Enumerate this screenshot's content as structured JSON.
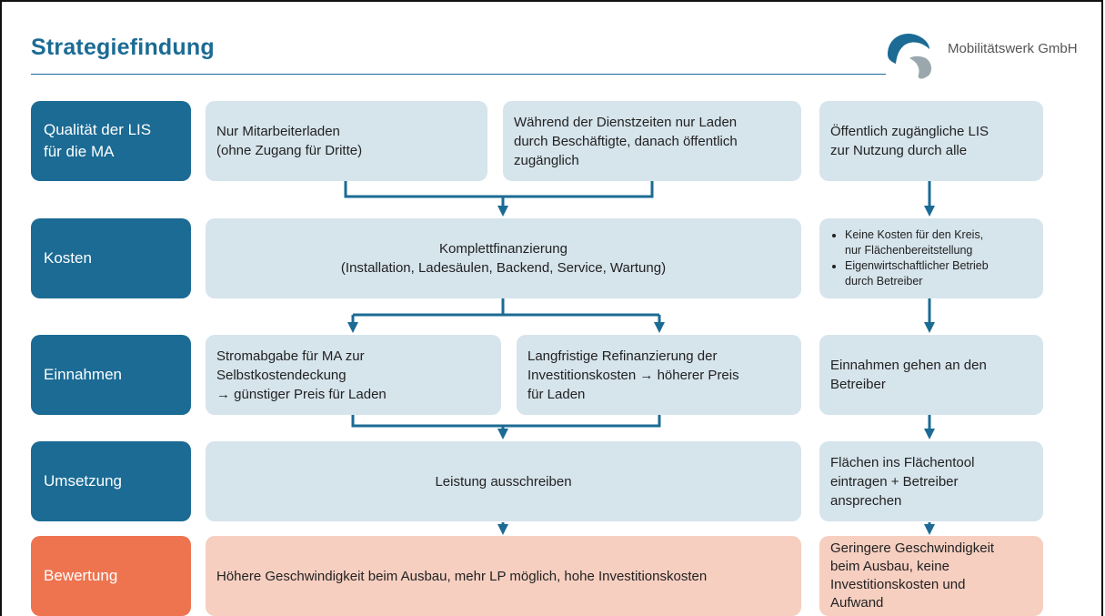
{
  "header": {
    "title": "Strategiefindung",
    "company": "Mobilitätswerk GmbH"
  },
  "colors": {
    "accent_blue": "#1b6b94",
    "light_box": "#d6e4ec",
    "orange": "#ee7450",
    "pink_box": "#f6cfc1"
  },
  "rows": {
    "qualitaet": "Qualität der LIS\nfür die MA",
    "kosten": "Kosten",
    "einnahmen": "Einnahmen",
    "umsetzung": "Umsetzung",
    "bewertung": "Bewertung"
  },
  "qualitaet": {
    "option1": "Nur Mitarbeiterladen\n(ohne Zugang für Dritte)",
    "option2": "Während der Dienstzeiten nur Laden\ndurch Beschäftigte, danach öffentlich\nzugänglich",
    "option3": "Öffentlich zugängliche LIS\nzur Nutzung durch alle"
  },
  "kosten": {
    "main": "Komplettfinanzierung\n(Installation, Ladesäulen, Backend, Service, Wartung)",
    "right_bullets": [
      "Keine Kosten für den Kreis,\nnur Flächenbereitstellung",
      "Eigenwirtschaftlicher Betrieb\ndurch Betreiber"
    ]
  },
  "einnahmen": {
    "option1": "Stromabgabe für MA zur\nSelbstkostendeckung\n→ günstiger Preis für Laden",
    "option2": "Langfristige Refinanzierung der\nInvestitionskosten → höherer Preis\nfür Laden",
    "right": "Einnahmen gehen an den\nBetreiber"
  },
  "umsetzung": {
    "main": "Leistung ausschreiben",
    "right": "Flächen ins Flächentool\neintragen + Betreiber\nansprechen"
  },
  "bewertung": {
    "main": "Höhere Geschwindigkeit beim Ausbau, mehr LP möglich, hohe Investitionskosten",
    "right": "Geringere Geschwindigkeit\nbeim Ausbau, keine\nInvestitionskosten und\nAufwand"
  }
}
